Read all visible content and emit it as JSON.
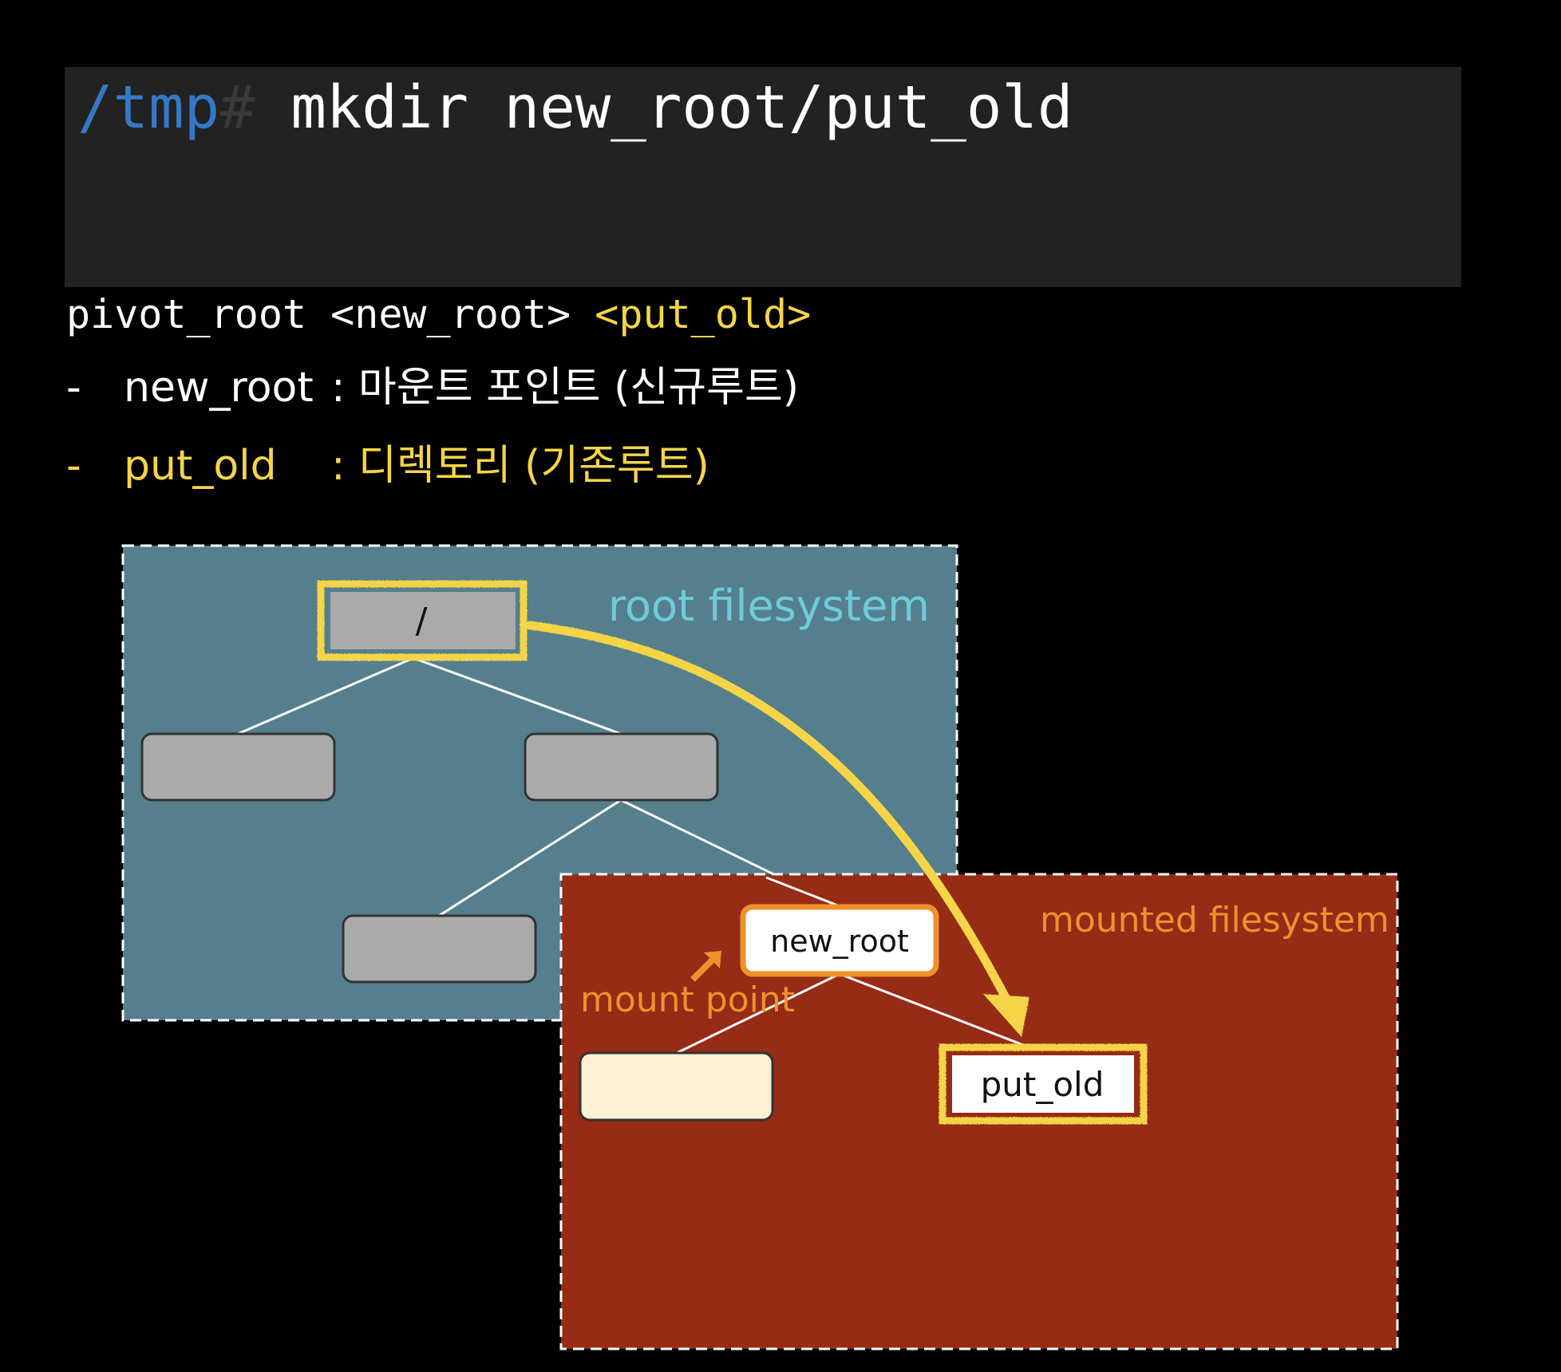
{
  "terminal": {
    "prompt_path": "/tmp",
    "prompt_hash": "#",
    "command": " mkdir new_root/put_old"
  },
  "syntax": {
    "command": "pivot_root <new_root> ",
    "highlight": "<put_old>"
  },
  "args": [
    {
      "dash": "-",
      "name": "new_root",
      "desc": ": 마운트 포인트 (신규루트)"
    },
    {
      "dash": "-",
      "name": "put_old",
      "desc": ": 디렉토리 (기존루트)"
    }
  ],
  "diagram": {
    "root_fs_label": "root filesystem",
    "mounted_fs_label": "mounted filesystem",
    "root_node_label": "/",
    "new_root_label": "new_root",
    "put_old_label": "put_old",
    "mount_point_label": "mount point",
    "colors": {
      "root_fs_bg": "#557f8c",
      "mounted_fs_bg": "#962b16",
      "highlight": "#f5d547",
      "accent_orange": "#f0902b",
      "root_fs_text": "#6ecbdc",
      "node_gray": "#aaaaaa",
      "node_cream": "#fdf0d4"
    }
  }
}
